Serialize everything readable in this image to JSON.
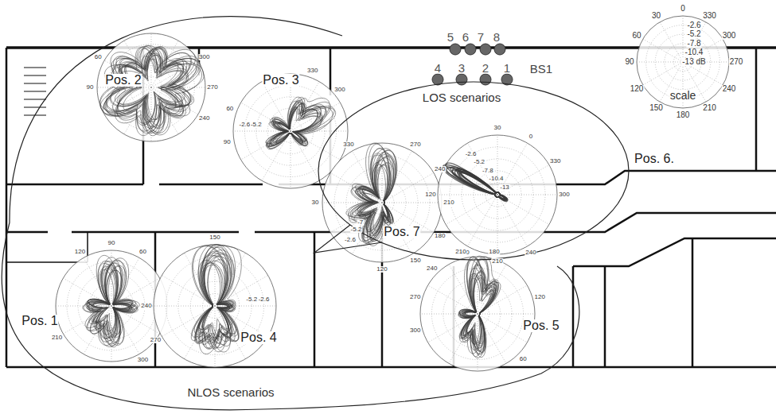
{
  "diagram": {
    "labels": [
      "5",
      "6",
      "7",
      "8",
      "4",
      "3",
      "2",
      "1",
      "BS1",
      "LOS scenarios",
      "NLOS scenarios",
      "Pos. 1",
      "Pos. 2",
      "Pos. 3",
      "Pos. 4",
      "Pos. 5",
      "Pos. 6.",
      "Pos. 7",
      "scale",
      "0",
      "30",
      "330",
      "60",
      "300",
      "90",
      "270",
      "120",
      "240",
      "150",
      "210",
      "180",
      "-2.6",
      "-5.2",
      "-7.8",
      "-10.4",
      "-13 dB",
      "60",
      "90",
      "300",
      "270",
      "240",
      "330",
      "300",
      "60",
      "90",
      "-2.6",
      "-5.2",
      "330",
      "30",
      "270",
      "240",
      "210",
      "180",
      "150",
      "120",
      "-2.6",
      "-5.2",
      "-7",
      "30",
      "0",
      "330",
      "300",
      "240",
      "210",
      "180",
      "120",
      "-2.6",
      "-5.2",
      "-7.8",
      "-10.4",
      "-13",
      "120",
      "90",
      "60",
      "210",
      "300",
      "150",
      "240",
      "270",
      "-5.2",
      "-2.6",
      "210",
      "180",
      "240",
      "270",
      "300",
      "120",
      "60"
    ]
  }
}
